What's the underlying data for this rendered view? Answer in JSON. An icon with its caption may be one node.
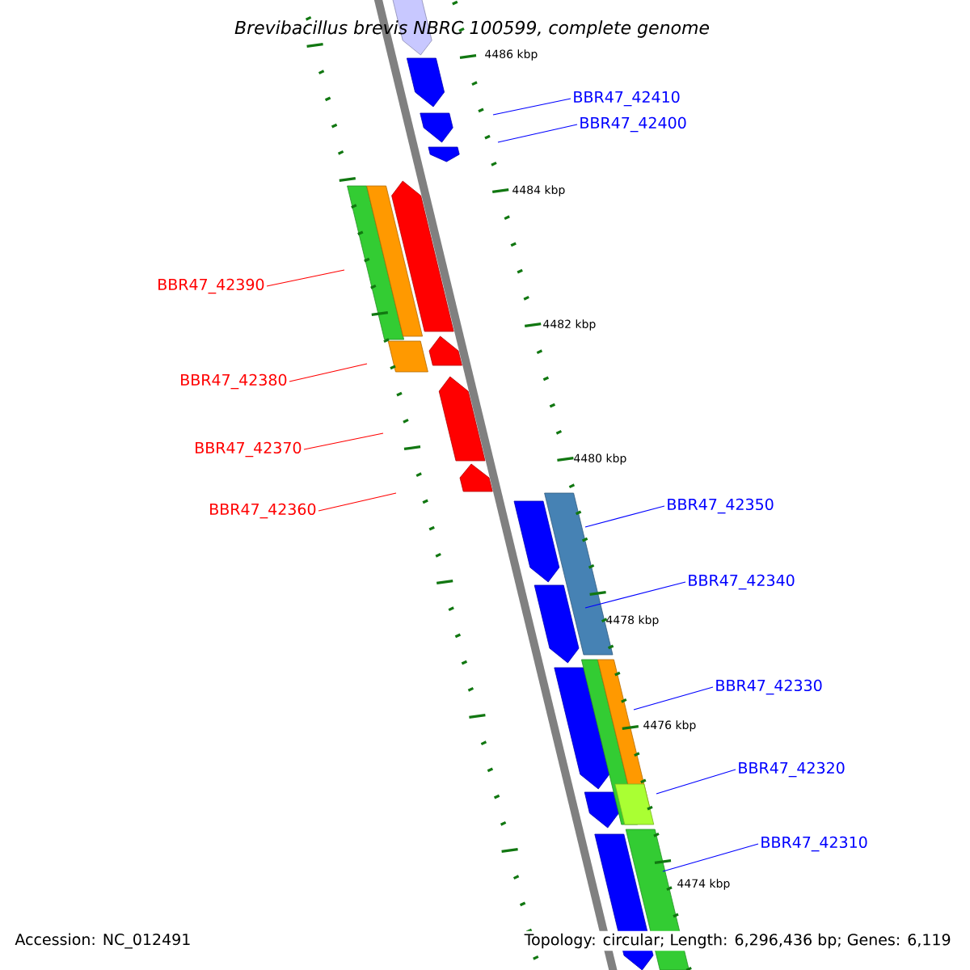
{
  "diagram": {
    "title": "Brevibacillus brevis NBRC 100599, complete genome",
    "nodes": [
      {
        "text": [
          "BBR47_42410"
        ]
      },
      {
        "text": [
          "BBR47_42400"
        ]
      },
      {
        "text": [
          "BBR47_42390"
        ]
      },
      {
        "text": [
          "BBR47_42380"
        ]
      },
      {
        "text": [
          "BBR47_42370"
        ]
      },
      {
        "text": [
          "BBR47_42360"
        ]
      },
      {
        "text": [
          "BBR47_42350"
        ]
      },
      {
        "text": [
          "BBR47_42340"
        ]
      },
      {
        "text": [
          "BBR47_42330"
        ]
      },
      {
        "text": [
          "BBR47_42320"
        ]
      },
      {
        "text": [
          "BBR47_42310"
        ]
      }
    ],
    "edges": [
      {
        "from": 0,
        "to": null,
        "arrow": "none"
      },
      {
        "from": 1,
        "to": null,
        "arrow": "none"
      },
      {
        "from": 2,
        "to": null,
        "arrow": "none",
        "color": "#ff0000"
      },
      {
        "from": 3,
        "to": null,
        "arrow": "none",
        "color": "#ff0000"
      },
      {
        "from": 4,
        "to": null,
        "arrow": "none",
        "color": "#ff0000"
      },
      {
        "from": 5,
        "to": null,
        "arrow": "none",
        "color": "#ff0000"
      },
      {
        "from": 6,
        "to": null,
        "arrow": "none"
      },
      {
        "from": 7,
        "to": null,
        "arrow": "none"
      },
      {
        "from": 8,
        "to": null,
        "arrow": "none"
      },
      {
        "from": 9,
        "to": null,
        "arrow": "none"
      },
      {
        "from": 10,
        "to": null,
        "arrow": "none"
      }
    ],
    "labels": [
      "4486 kbp",
      "4484 kbp",
      "4482 kbp",
      "4480 kbp",
      "4478 kbp",
      "4476 kbp",
      "4474 kbp",
      "Accession: NC_012491",
      "Topology: circular; Length: 6,296,436 bp; Genes: 6,119"
    ]
  }
}
